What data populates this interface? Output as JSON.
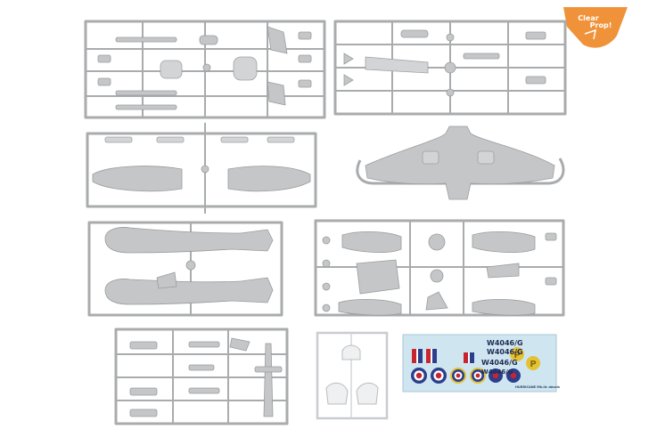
{
  "logo": {
    "line1": "Clear",
    "line2": "Prop!",
    "color": "#f0923a"
  },
  "decal_sheet": {
    "serials": [
      "W4046/G",
      "W4046/G",
      "W4046/G",
      "W4046/G"
    ],
    "letter": "P",
    "footer": "HURRICANE Mk.IIc decals",
    "colors": {
      "roundel_blue": "#2b3f8c",
      "roundel_red": "#c8262e",
      "roundel_yellow": "#e3c234",
      "sheet_background": "#cfe6f1"
    }
  }
}
